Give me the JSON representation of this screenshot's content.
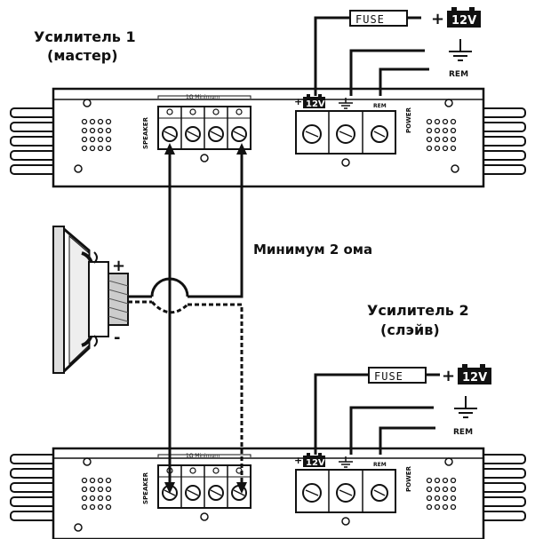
{
  "amp1": {
    "title": "Усилитель 1",
    "subtitle": "(мастер)"
  },
  "amp2": {
    "title": "Усилитель 2",
    "subtitle": "(слэйв)"
  },
  "wiring": {
    "fuse": "FUSE",
    "plus": "+",
    "battery": "12V",
    "rem": "REM",
    "speaker_label": "SPEAKER",
    "power_label": "POWER",
    "minimum_small": "1Ω Minimum",
    "bridge_note": "Минимум 2 ома"
  },
  "speaker": {
    "plus": "+",
    "minus": "-"
  },
  "colors": {
    "ink": "#111111",
    "panel": "#ffffff",
    "background": "#ffffff"
  }
}
